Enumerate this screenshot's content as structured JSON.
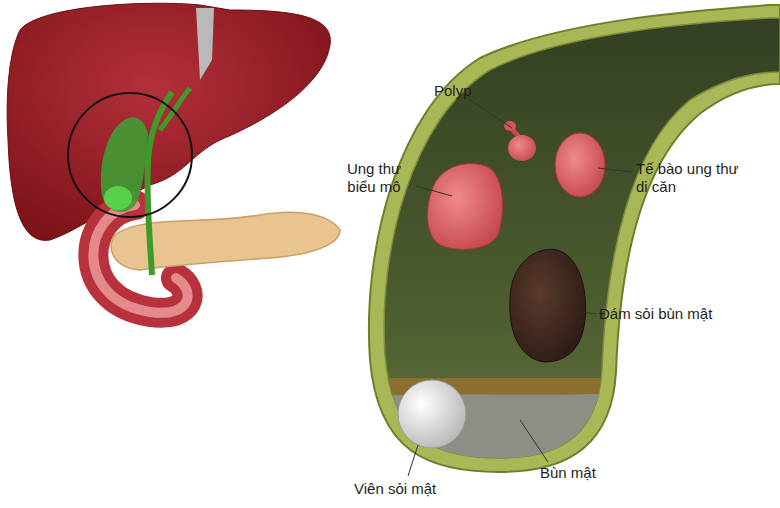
{
  "diagram": {
    "labels": [
      "Polyp",
      "Ung thư biểu mô",
      "Tế bào ung thư di căn",
      "Đám sỏi bùn mật",
      "Bùn mật",
      "Viên sỏi mật"
    ]
  }
}
